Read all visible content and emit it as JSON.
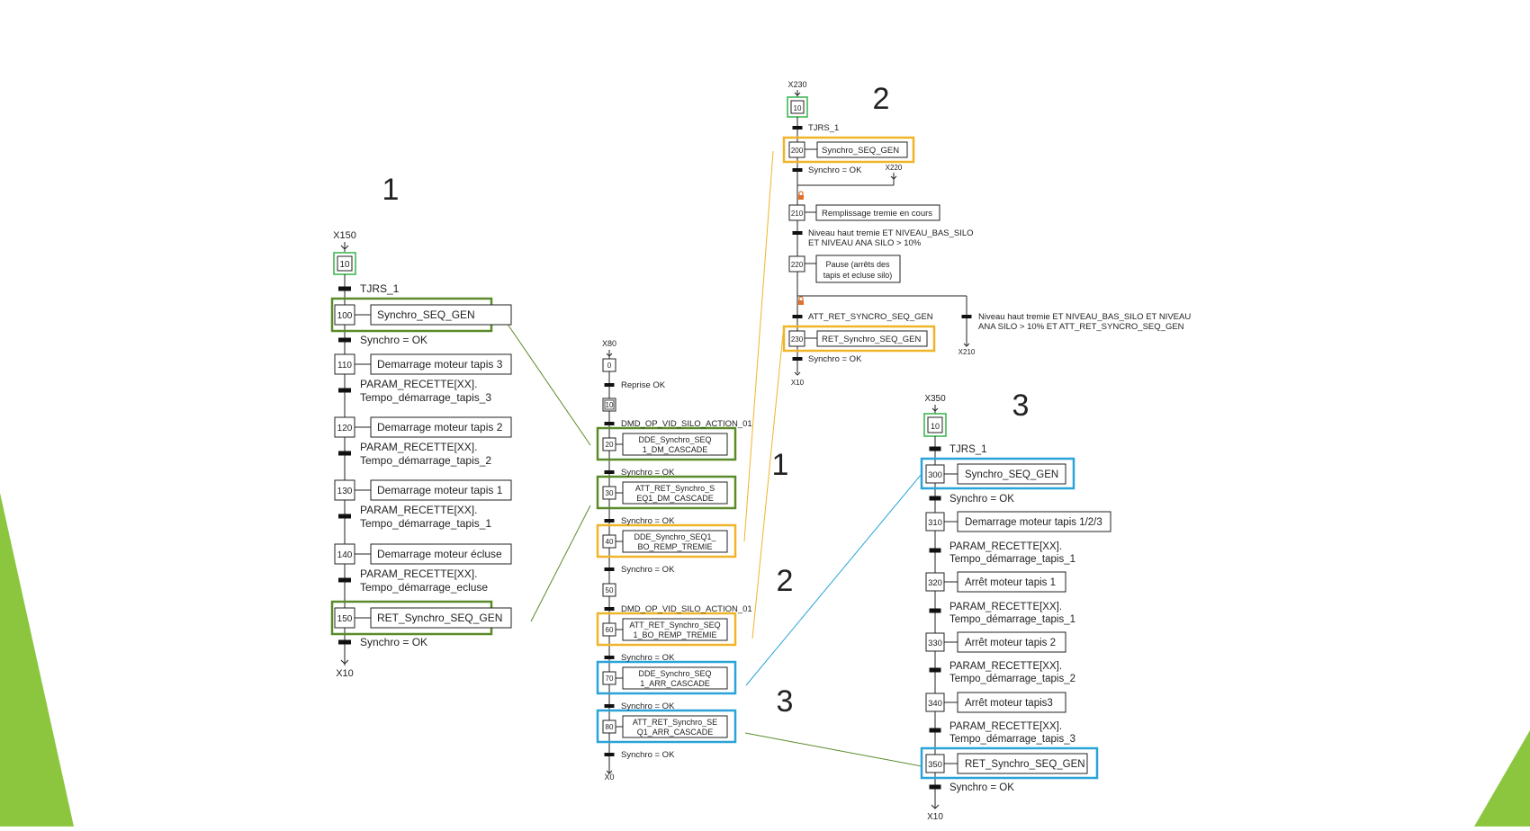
{
  "colors": {
    "green": "#5a8a2a",
    "orange": "#f0b429",
    "blue": "#2aa3d8",
    "lime": "#8cc63f",
    "stepInitGreen": "#34b34a",
    "line": "#222222",
    "lock": "#e0702a"
  },
  "big_numbers": [
    "1",
    "2",
    "3",
    "1",
    "2",
    "3"
  ],
  "chart_left": {
    "entry_label": "X150",
    "init_step": "10",
    "exit_label": "X10",
    "steps": [
      {
        "num": "100",
        "action": "Synchro_SEQ_GEN"
      },
      {
        "num": "110",
        "action": "Demarrage moteur tapis 3"
      },
      {
        "num": "120",
        "action": "Demarrage moteur tapis 2"
      },
      {
        "num": "130",
        "action": "Demarrage moteur tapis 1"
      },
      {
        "num": "140",
        "action": "Demarrage moteur écluse"
      },
      {
        "num": "150",
        "action": "RET_Synchro_SEQ_GEN"
      }
    ],
    "transitions": [
      [
        "TJRS_1"
      ],
      [
        "Synchro = OK"
      ],
      [
        "PARAM_RECETTE[XX].",
        "Tempo_démarrage_tapis_3"
      ],
      [
        "PARAM_RECETTE[XX].",
        "Tempo_démarrage_tapis_2"
      ],
      [
        "PARAM_RECETTE[XX].",
        "Tempo_démarrage_tapis_1"
      ],
      [
        "PARAM_RECETTE[XX].",
        "Tempo_démarrage_ecluse"
      ],
      [
        "Synchro = OK"
      ]
    ]
  },
  "chart_middle": {
    "entry_label": "X80",
    "exit_label": "X0",
    "steps": [
      {
        "num": "0",
        "action": ""
      },
      {
        "num": "10",
        "action": ""
      },
      {
        "num": "20",
        "action": "DDE_Synchro_SEQ 1_DM_CASCADE"
      },
      {
        "num": "30",
        "action": "ATT_RET_Synchro_S EQ1_DM_CASCADE"
      },
      {
        "num": "40",
        "action": "DDE_Synchro_SEQ1_ BO_REMP_TREMIE"
      },
      {
        "num": "50",
        "action": ""
      },
      {
        "num": "60",
        "action": "ATT_RET_Synchro_SEQ 1_BO_REMP_TREMIE"
      },
      {
        "num": "70",
        "action": "DDE_Synchro_SEQ 1_ARR_CASCADE"
      },
      {
        "num": "80",
        "action": "ATT_RET_Synchro_SE Q1_ARR_CASCADE"
      }
    ],
    "transitions": [
      "Reprise OK",
      "DMD_OP_VID_SILO_ACTION_01",
      "Synchro = OK",
      "Synchro = OK",
      "Synchro = OK",
      "DMD_OP_VID_SILO_ACTION_01",
      "Synchro = OK",
      "Synchro = OK",
      "Synchro = OK"
    ]
  },
  "chart_top": {
    "entry_label": "X230",
    "init_step": "10",
    "exit_label": "X10",
    "jump_x220": "X220",
    "jump_x210": "X210",
    "steps": [
      {
        "num": "200",
        "action": "Synchro_SEQ_GEN"
      },
      {
        "num": "210",
        "action": "Remplissage tremie en cours"
      },
      {
        "num": "220",
        "action": "Pause (arrêts des tapis et ecluse silo)"
      },
      {
        "num": "230",
        "action": "RET_Synchro_SEQ_GEN"
      }
    ],
    "transitions": [
      [
        "TJRS_1"
      ],
      [
        "Synchro = OK"
      ],
      [
        "Niveau haut tremie ET NIVEAU_BAS_SILO",
        "ET NIVEAU ANA SILO > 10%"
      ],
      [
        "ATT_RET_SYNCRO_SEQ_GEN"
      ],
      [
        "Synchro = OK"
      ]
    ],
    "branch_transition": [
      "Niveau haut tremie ET NIVEAU_BAS_SILO ET NIVEAU",
      "ANA SILO > 10%  ET ATT_RET_SYNCRO_SEQ_GEN"
    ]
  },
  "chart_right": {
    "entry_label": "X350",
    "init_step": "10",
    "exit_label": "X10",
    "steps": [
      {
        "num": "300",
        "action": "Synchro_SEQ_GEN"
      },
      {
        "num": "310",
        "action": "Demarrage moteur tapis 1/2/3"
      },
      {
        "num": "320",
        "action": "Arrêt moteur tapis 1"
      },
      {
        "num": "330",
        "action": "Arrêt moteur tapis 2"
      },
      {
        "num": "340",
        "action": "Arrêt moteur tapis3"
      },
      {
        "num": "350",
        "action": "RET_Synchro_SEQ_GEN"
      }
    ],
    "transitions": [
      [
        "TJRS_1"
      ],
      [
        "Synchro = OK"
      ],
      [
        "PARAM_RECETTE[XX].",
        "Tempo_démarrage_tapis_1"
      ],
      [
        "PARAM_RECETTE[XX].",
        "Tempo_démarrage_tapis_1"
      ],
      [
        "PARAM_RECETTE[XX].",
        "Tempo_démarrage_tapis_2"
      ],
      [
        "PARAM_RECETTE[XX].",
        "Tempo_démarrage_tapis_3"
      ],
      [
        "Synchro = OK"
      ]
    ]
  }
}
